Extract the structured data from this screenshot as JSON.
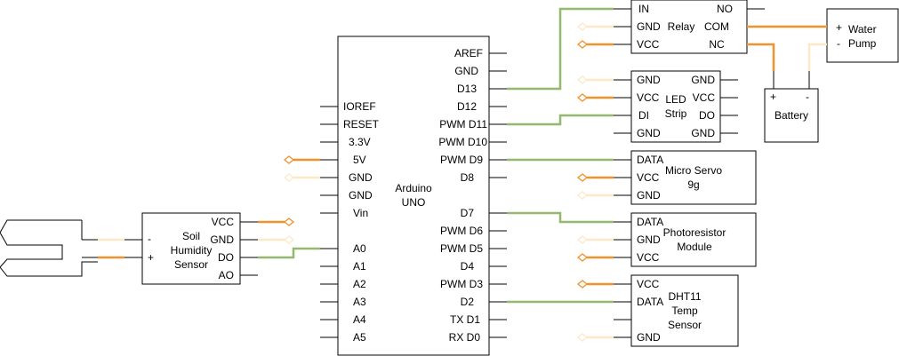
{
  "arduino": {
    "name_line1": "Arduino",
    "name_line2": "UNO",
    "left_pins": [
      "IOREF",
      "RESET",
      "3.3V",
      "5V",
      "GND",
      "GND",
      "Vin",
      "A0",
      "A1",
      "A2",
      "A3",
      "A4",
      "A5"
    ],
    "right_pins": [
      "AREF",
      "GND",
      "D13",
      "D12",
      "PWM D11",
      "PWM D10",
      "PWM D9",
      "D8",
      "D7",
      "PWM D6",
      "PWM D5",
      "D4",
      "PWM D3",
      "D2",
      "TX D1",
      "RX D0"
    ]
  },
  "relay": {
    "label": "Relay",
    "left_pins": [
      "IN",
      "GND",
      "VCC"
    ],
    "right_pins": [
      "NO",
      "COM",
      "NC"
    ]
  },
  "pump": {
    "line1": "Water",
    "line2": "Pump",
    "plus": "+",
    "minus": "-"
  },
  "battery": {
    "label": "Battery",
    "plus": "+",
    "minus": "-"
  },
  "led_strip": {
    "line1": "LED",
    "line2": "Strip",
    "left_pins": [
      "GND",
      "VCC",
      "DI",
      "GND"
    ],
    "right_pins": [
      "GND",
      "VCC",
      "DO",
      "GND"
    ]
  },
  "servo": {
    "line1": "Micro Servo",
    "line2": "9g",
    "pins": [
      "DATA",
      "VCC",
      "GND"
    ]
  },
  "photoresistor": {
    "line1": "Photoresistor",
    "line2": "Module",
    "pins": [
      "DATA",
      "GND",
      "VCC"
    ]
  },
  "dht11": {
    "line1": "DHT11",
    "line2": "Temp",
    "line3": "Sensor",
    "pins": [
      "VCC",
      "DATA",
      "GND"
    ]
  },
  "soil": {
    "line1": "Soil",
    "line2": "Humidity",
    "line3": "Sensor",
    "pins": [
      "VCC",
      "GND",
      "DO",
      "AO"
    ],
    "minus": "-",
    "plus": "+"
  }
}
